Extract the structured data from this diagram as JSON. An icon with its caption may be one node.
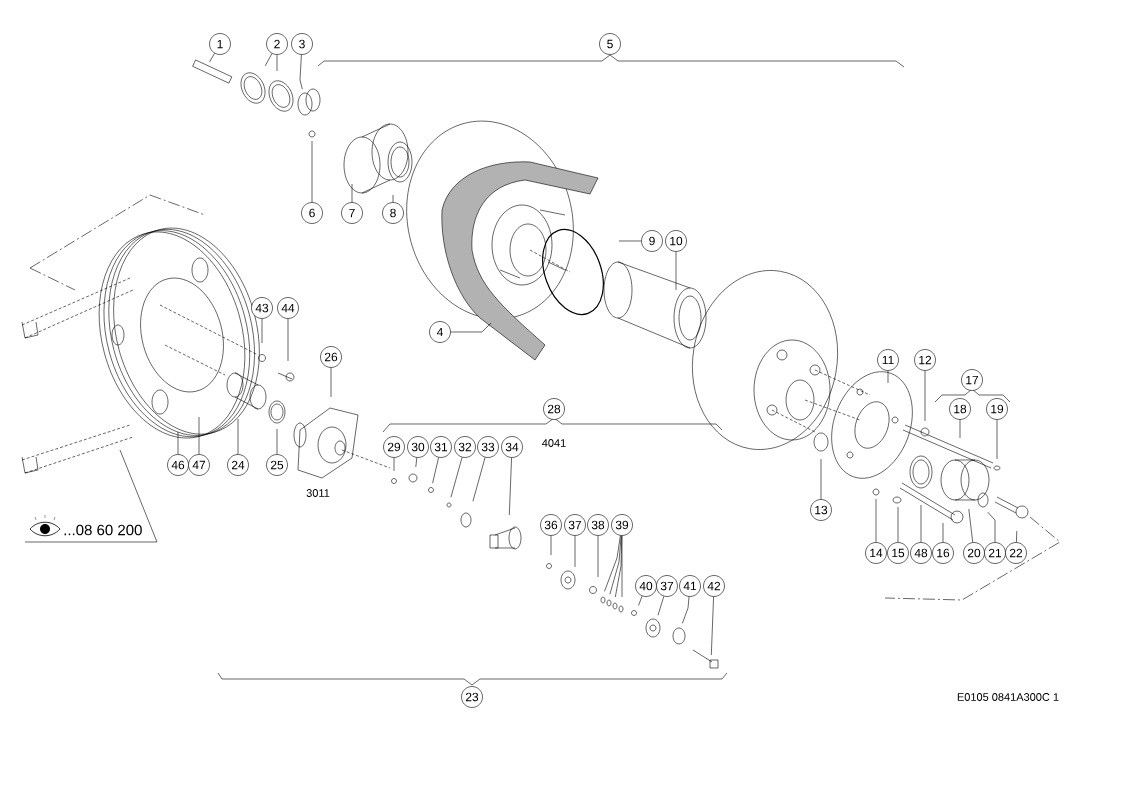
{
  "diagram": {
    "nodes": [
      {
        "text": [
          "1"
        ]
      },
      {
        "text": [
          "2"
        ]
      },
      {
        "text": [
          "3"
        ]
      },
      {
        "text": [
          "5"
        ]
      },
      {
        "text": [
          "6"
        ]
      },
      {
        "text": [
          "7"
        ]
      },
      {
        "text": [
          "8"
        ]
      },
      {
        "text": [
          "9"
        ]
      },
      {
        "text": [
          "10"
        ]
      },
      {
        "text": [
          "43"
        ]
      },
      {
        "text": [
          "44"
        ]
      },
      {
        "text": [
          "4"
        ]
      },
      {
        "text": [
          "26"
        ]
      },
      {
        "text": [
          "11"
        ]
      },
      {
        "text": [
          "12"
        ]
      },
      {
        "text": [
          "17"
        ]
      },
      {
        "text": [
          "28"
        ]
      },
      {
        "text": [
          "18"
        ]
      },
      {
        "text": [
          "19"
        ]
      },
      {
        "text": [
          "29"
        ]
      },
      {
        "text": [
          "30"
        ]
      },
      {
        "text": [
          "31"
        ]
      },
      {
        "text": [
          "32"
        ]
      },
      {
        "text": [
          "33"
        ]
      },
      {
        "text": [
          "34"
        ]
      },
      {
        "text": [
          "46"
        ]
      },
      {
        "text": [
          "47"
        ]
      },
      {
        "text": [
          "24"
        ]
      },
      {
        "text": [
          "25"
        ]
      },
      {
        "text": [
          "13"
        ]
      },
      {
        "text": [
          "36"
        ]
      },
      {
        "text": [
          "37"
        ]
      },
      {
        "text": [
          "38"
        ]
      },
      {
        "text": [
          "39"
        ]
      },
      {
        "text": [
          "14"
        ]
      },
      {
        "text": [
          "15"
        ]
      },
      {
        "text": [
          "48"
        ]
      },
      {
        "text": [
          "16"
        ]
      },
      {
        "text": [
          "20"
        ]
      },
      {
        "text": [
          "21"
        ]
      },
      {
        "text": [
          "22"
        ]
      },
      {
        "text": [
          "40"
        ]
      },
      {
        "text": [
          "37"
        ]
      },
      {
        "text": [
          "41"
        ]
      },
      {
        "text": [
          "42"
        ]
      },
      {
        "text": [
          "23"
        ]
      }
    ],
    "edges": [
      {
        "from": 0,
        "to": null,
        "arrow": "none"
      },
      {
        "from": 1,
        "to": null,
        "arrow": "none"
      },
      {
        "from": 1,
        "to": null,
        "arrow": "none"
      },
      {
        "from": 2,
        "to": null,
        "arrow": "none"
      },
      {
        "from": 4,
        "to": null,
        "arrow": "none"
      },
      {
        "from": 5,
        "to": null,
        "arrow": "none"
      },
      {
        "from": 6,
        "to": null,
        "arrow": "none"
      },
      {
        "from": 7,
        "to": null,
        "arrow": "none"
      },
      {
        "from": 8,
        "to": null,
        "arrow": "none"
      },
      {
        "from": 9,
        "to": null,
        "arrow": "none"
      },
      {
        "from": 10,
        "to": null,
        "arrow": "none"
      },
      {
        "from": 11,
        "to": null,
        "arrow": "none"
      },
      {
        "from": 12,
        "to": null,
        "arrow": "none"
      },
      {
        "from": 13,
        "to": null,
        "arrow": "none"
      },
      {
        "from": 14,
        "to": null,
        "arrow": "none"
      },
      {
        "from": 17,
        "to": null,
        "arrow": "none"
      },
      {
        "from": 18,
        "to": null,
        "arrow": "none"
      },
      {
        "from": 19,
        "to": null,
        "arrow": "none"
      },
      {
        "from": 20,
        "to": null,
        "arrow": "none"
      },
      {
        "from": 21,
        "to": null,
        "arrow": "none"
      },
      {
        "from": 22,
        "to": null,
        "arrow": "none"
      },
      {
        "from": 23,
        "to": null,
        "arrow": "none"
      },
      {
        "from": 24,
        "to": null,
        "arrow": "none"
      },
      {
        "from": 25,
        "to": null,
        "arrow": "none"
      },
      {
        "from": 26,
        "to": null,
        "arrow": "none"
      },
      {
        "from": 27,
        "to": null,
        "arrow": "none"
      },
      {
        "from": 28,
        "to": null,
        "arrow": "none"
      },
      {
        "from": 29,
        "to": null,
        "arrow": "none"
      },
      {
        "from": 30,
        "to": null,
        "arrow": "none"
      },
      {
        "from": 31,
        "to": null,
        "arrow": "none"
      },
      {
        "from": 32,
        "to": null,
        "arrow": "none"
      },
      {
        "from": 33,
        "to": null,
        "arrow": "none"
      },
      {
        "from": 33,
        "to": null,
        "arrow": "none"
      },
      {
        "from": 33,
        "to": null,
        "arrow": "none"
      },
      {
        "from": 33,
        "to": null,
        "arrow": "none"
      },
      {
        "from": 34,
        "to": null,
        "arrow": "none"
      },
      {
        "from": 35,
        "to": null,
        "arrow": "none"
      },
      {
        "from": 36,
        "to": null,
        "arrow": "none"
      },
      {
        "from": 37,
        "to": null,
        "arrow": "none"
      },
      {
        "from": 38,
        "to": null,
        "arrow": "none"
      },
      {
        "from": 39,
        "to": null,
        "arrow": "none"
      },
      {
        "from": 40,
        "to": null,
        "arrow": "none"
      },
      {
        "from": 41,
        "to": null,
        "arrow": "none"
      },
      {
        "from": 42,
        "to": null,
        "arrow": "none"
      },
      {
        "from": 43,
        "to": null,
        "arrow": "none"
      },
      {
        "from": 44,
        "to": null,
        "arrow": "none"
      }
    ],
    "labels": [
      "3011",
      "4041",
      "...08 60 200",
      "E0105 0841A300C 1"
    ]
  }
}
